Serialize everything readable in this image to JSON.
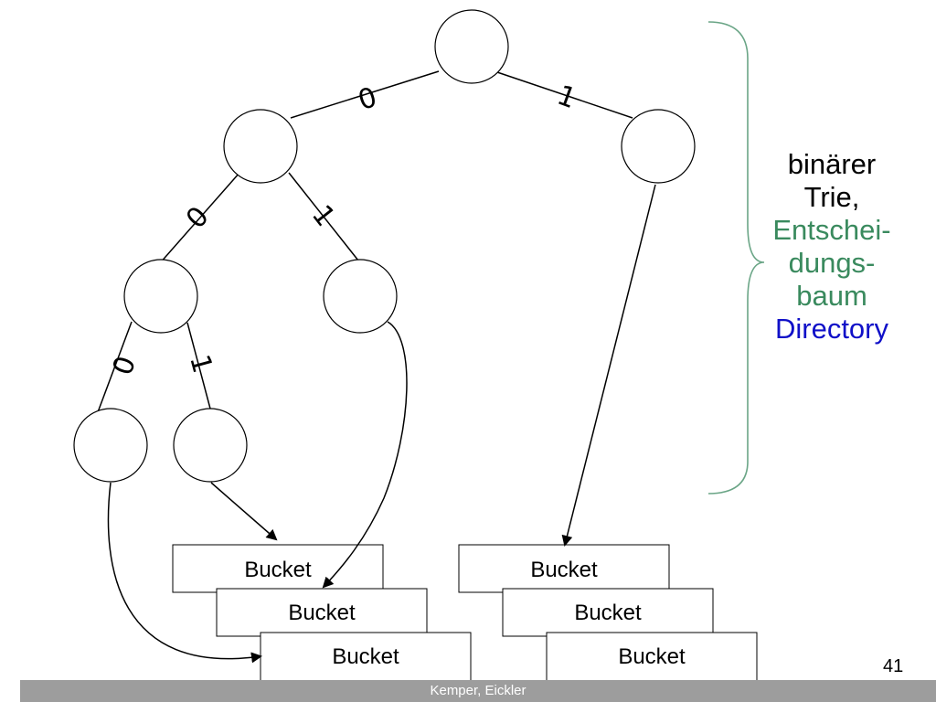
{
  "trie": {
    "edge_labels": {
      "root_0": "0",
      "root_1": "1",
      "l_0": "0",
      "l_1": "1",
      "ll_0": "0",
      "ll_1": "1"
    }
  },
  "buckets": {
    "left": [
      "Bucket",
      "Bucket",
      "Bucket"
    ],
    "right": [
      "Bucket",
      "Bucket",
      "Bucket"
    ]
  },
  "side_label": {
    "line1": "binärer",
    "line2": "Trie,",
    "line3": "Entschei-",
    "line4": "dungs-",
    "line5": "baum",
    "line6": "Directory"
  },
  "colors": {
    "black": "#000000",
    "green": "#3a8a5e",
    "blue": "#1010c8",
    "brace": "#6aa586",
    "footer_bg": "#9d9d9d"
  },
  "footer": {
    "text": "Kemper, Eickler"
  },
  "page_number": "41"
}
